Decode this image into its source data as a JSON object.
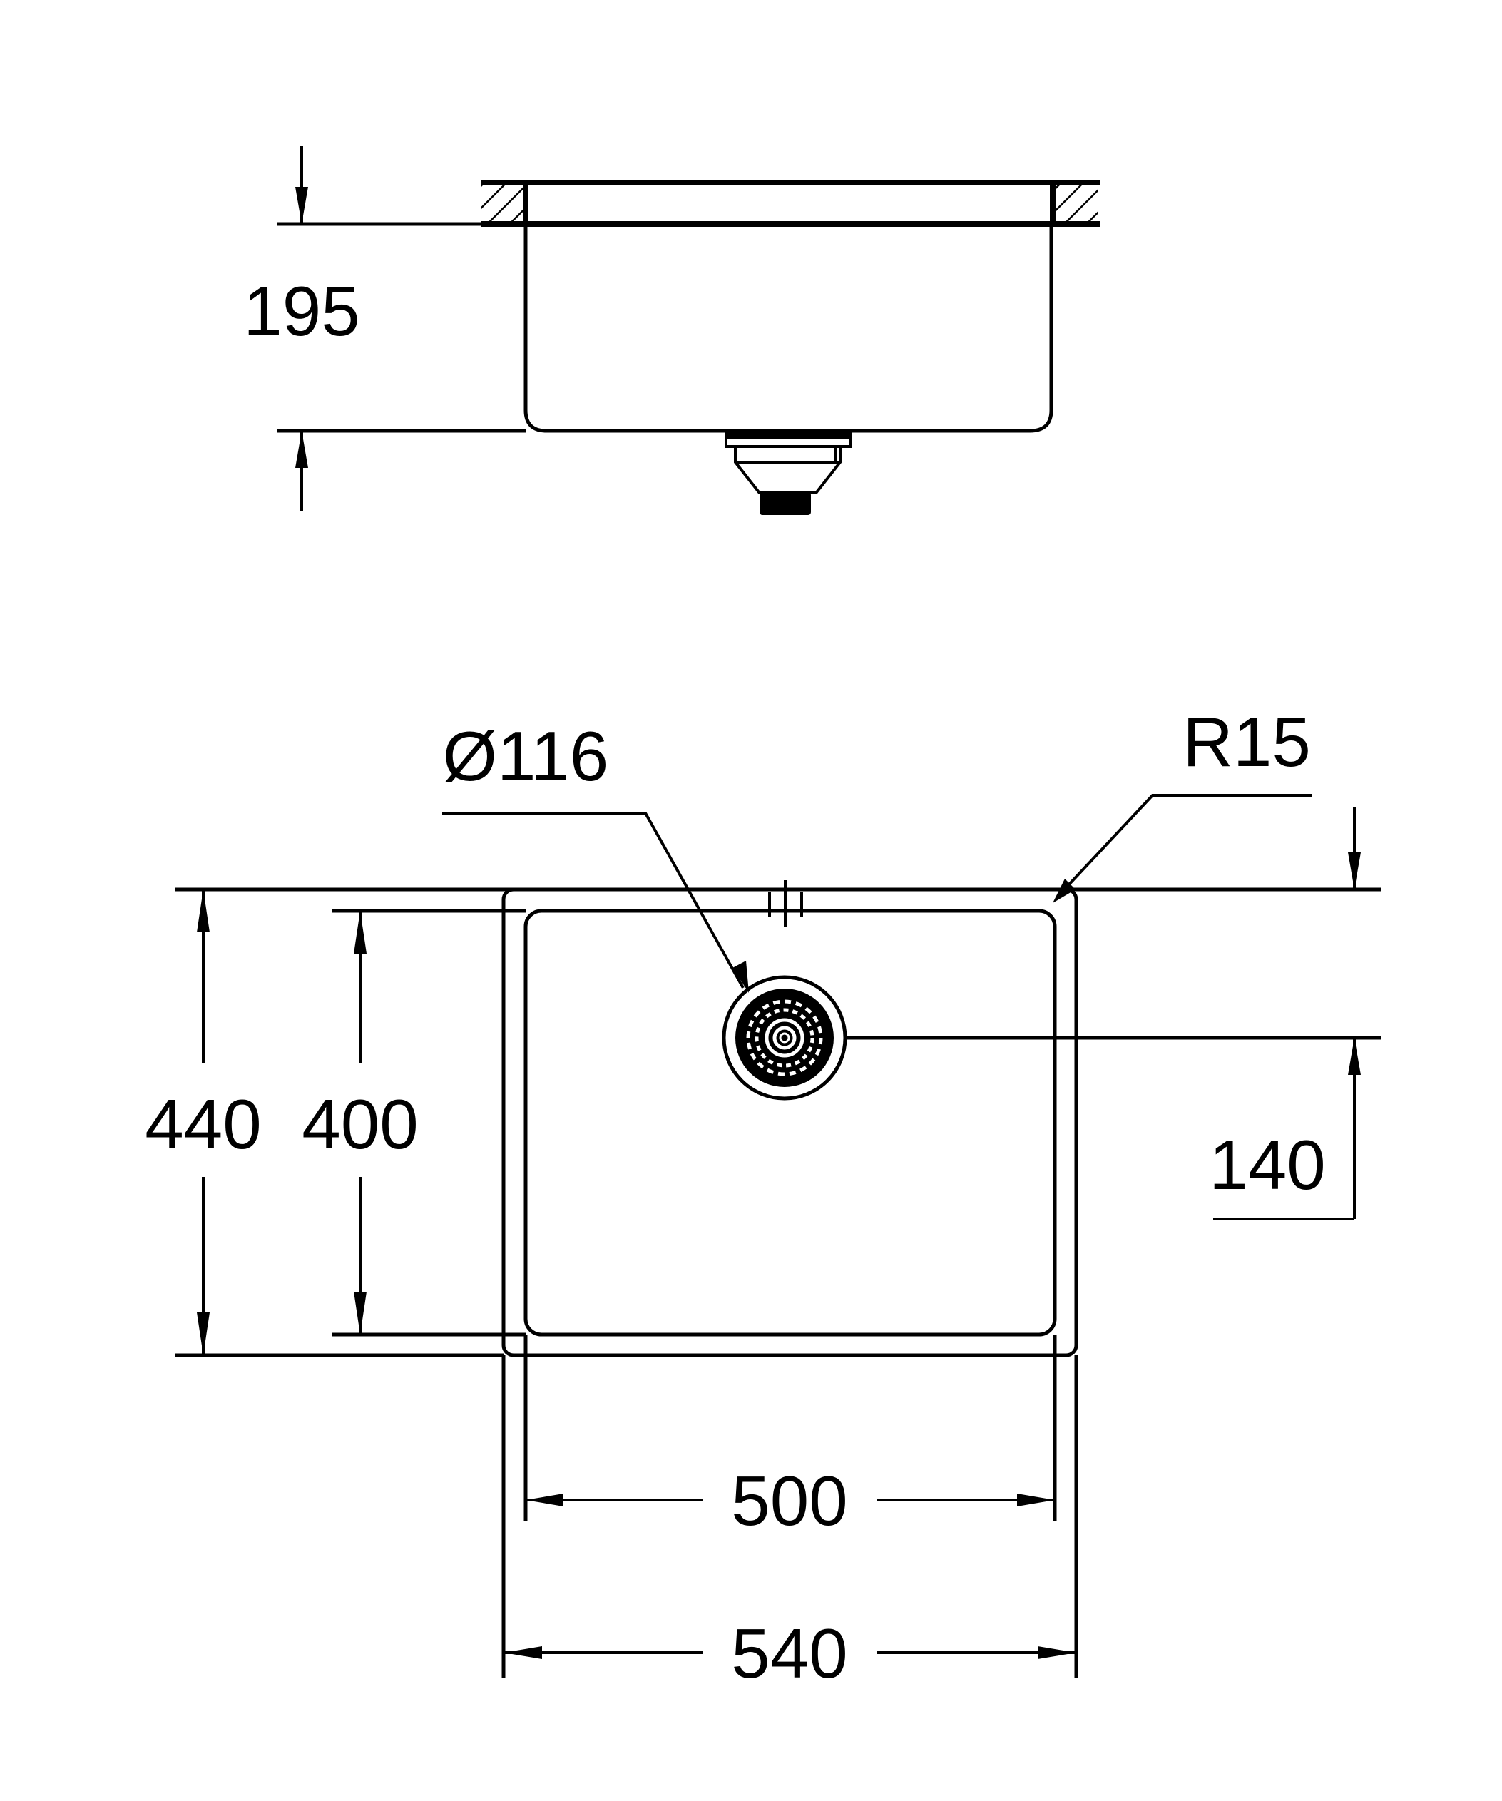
{
  "drawing": {
    "side_view": {
      "depth_label": "195"
    },
    "top_view": {
      "drain_diameter_label": "Ø116",
      "corner_radius_label": "R15",
      "outer_depth_label": "440",
      "inner_depth_label": "400",
      "drain_offset_label": "140",
      "inner_width_label": "500",
      "outer_width_label": "540"
    },
    "colors": {
      "line": "#000000",
      "background": "#ffffff"
    }
  }
}
